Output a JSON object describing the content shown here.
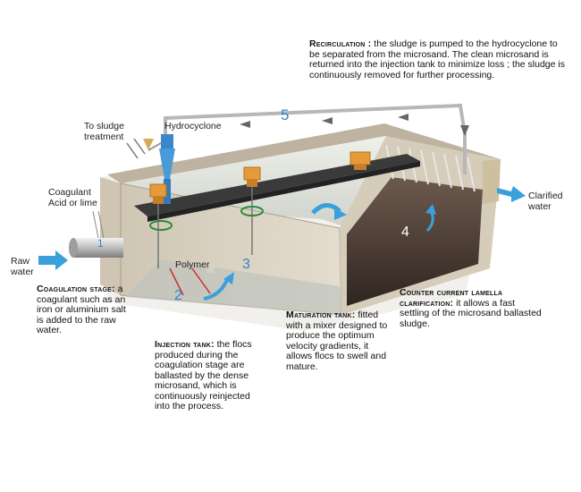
{
  "labels": {
    "to_sludge_treatment": "To sludge treatment",
    "hydrocyclone": "Hydrocyclone",
    "coagulant": "Coagulant Acid or lime",
    "raw_water": "Raw water",
    "clarified_water": "Clarified water",
    "polymer": "Polymer"
  },
  "stage_numbers": [
    "1",
    "2",
    "3",
    "4",
    "5"
  ],
  "captions": {
    "recirculation": {
      "head": "Recirculation :",
      "text": " the sludge is pumped to the hydrocyclone to be separated from the microsand. The clean microsand is returned into the injection tank to minimize loss ; the sludge is continuously removed for further processing."
    },
    "coagulation": {
      "head": "Coagulation stage:",
      "text": " a coagulant such as an iron or aluminium salt is added to the raw water."
    },
    "injection": {
      "head": "Injection tank:",
      "text": " the flocs produced during the coagulation stage are ballasted by the dense microsand, which is continuously reinjected into the process."
    },
    "maturation": {
      "head": "Maturation tank:",
      "text": " fitted with a mixer designed to produce the optimum velocity gradients, it allows flocs to swell and mature."
    },
    "counter_current": {
      "head": "Counter current lamella clarification:",
      "text": " it allows a fast settling of the microsand ballasted sludge."
    }
  },
  "colors": {
    "accent_blue": "#2f86c8",
    "arrow_blue": "#3aa0dc",
    "motor_orange": "#e79a3a",
    "tank_wall": "#d9d0bf",
    "beam": "#3a3a3a"
  }
}
